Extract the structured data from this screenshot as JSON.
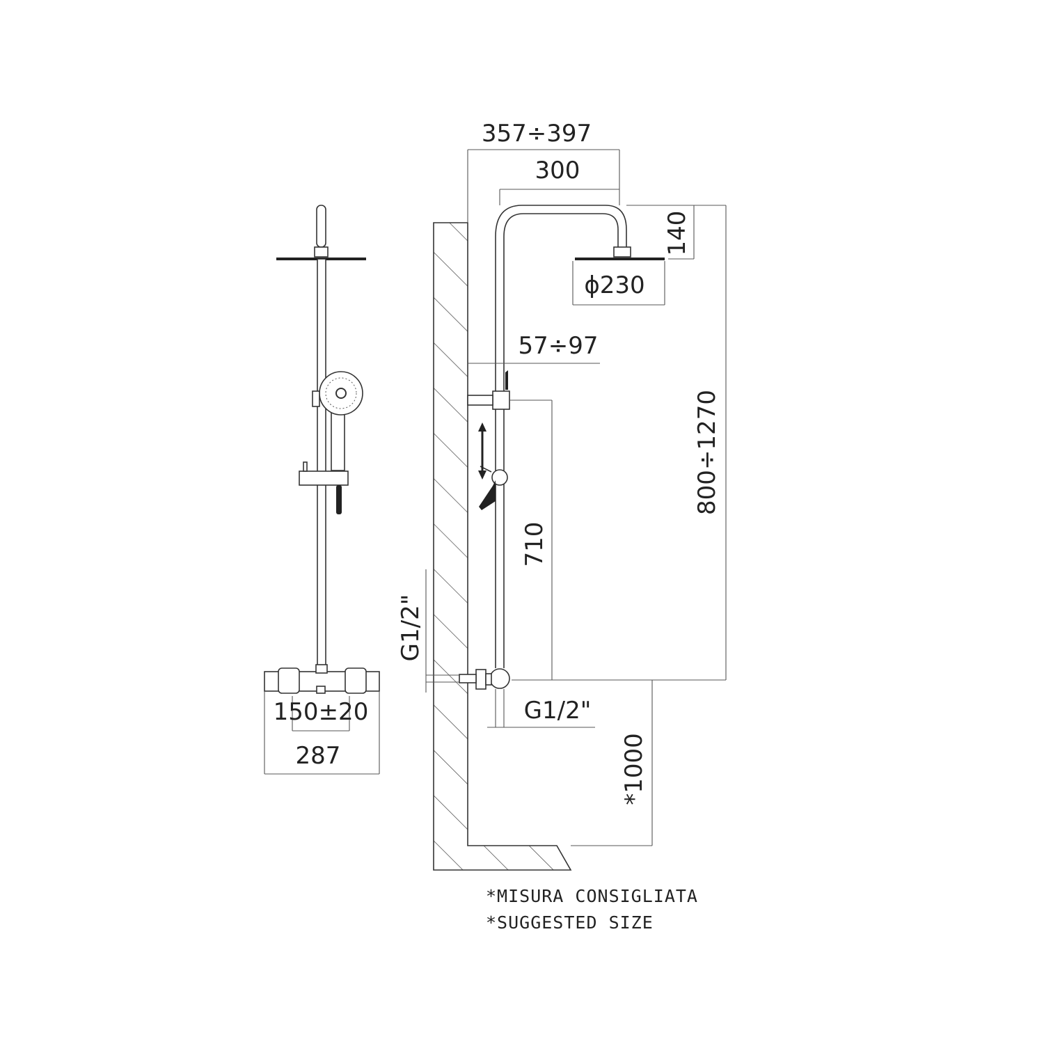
{
  "dimensions": {
    "projection_range": "357÷397",
    "arm_length": "300",
    "head_drop": "140",
    "head_diameter": "ϕ230",
    "wall_distance_range": "57÷97",
    "height_adjust_range": "800÷1270",
    "slide_bar_length": "710",
    "inlet_thread_side": "G1/2\"",
    "outlet_thread": "G1/2\"",
    "mount_height": "*1000",
    "inlet_centers": "150±20",
    "mixer_width": "287"
  },
  "notes": [
    "*MISURA CONSIGLIATA",
    "*SUGGESTED SIZE"
  ],
  "colors": {
    "line": "#333333",
    "background": "#ffffff"
  }
}
